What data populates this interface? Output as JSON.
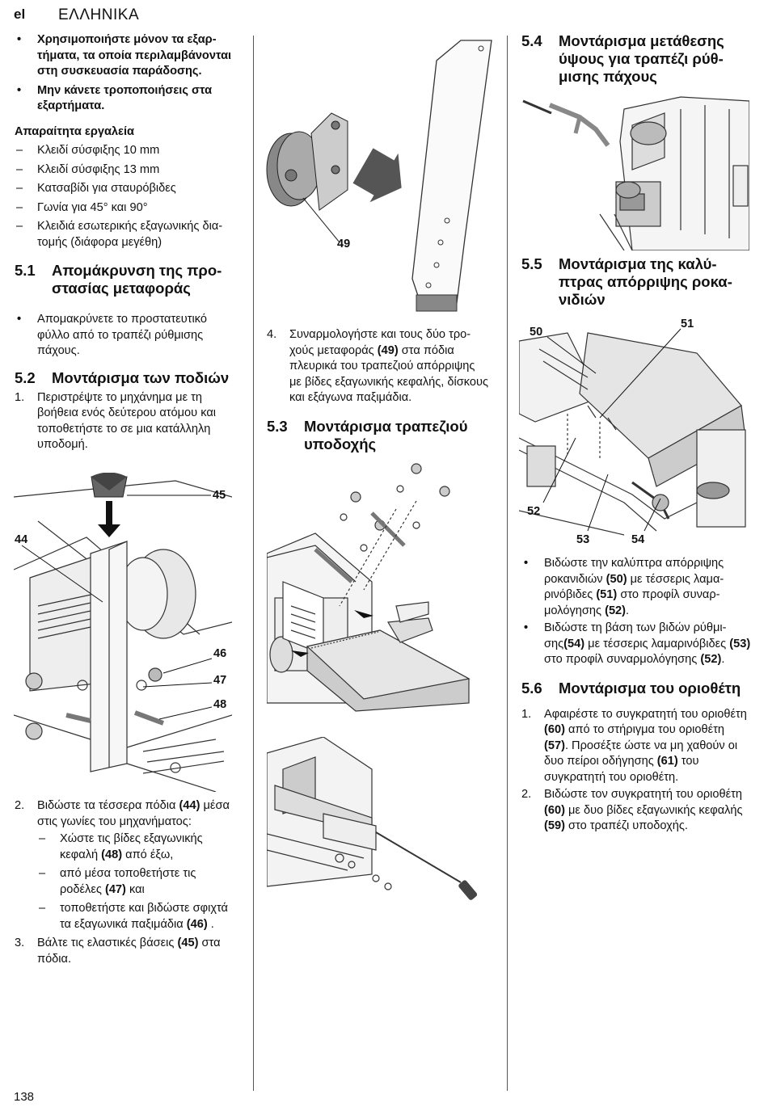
{
  "header": {
    "lang_code": "el",
    "lang_title": "ΕΛΛΗΝΙΚΑ"
  },
  "page_number": "138",
  "col1": {
    "bullets": [
      "Χρησιμοποιήστε μόνον τα εξαρ­τήματα, τα οποία περιλαμβάνο­νται στη συσκευασία παράδο­σης.",
      "Μην κάνετε τροποποιήσεις στα εξαρτήματα."
    ],
    "tools_title": "Απαραίτητα εργαλεία",
    "tools": [
      "Κλειδί σύσφιξης 10 mm",
      "Κλειδί σύσφιξης 13 mm",
      "Κατσαβίδι για σταυρόβιδες",
      "Γωνία για 45° και 90°",
      "Κλειδιά εσωτερικής εξαγωνικής δια­τομής (διάφορα μεγέθη)"
    ],
    "s51": {
      "num": "5.1",
      "title": "Απομάκρυνση της προ­στασίας μεταφοράς"
    },
    "s51_bullet": "Απομακρύνετε το προστατευτικό φύλλο από το τραπέζι ρύθμισης πάχους.",
    "s52": {
      "num": "5.2",
      "title": "Μοντάρισμα των ποδιών"
    },
    "step1": {
      "num": "1.",
      "text": "Περιστρέψτε το μηχάνημα με τη βοήθεια ενός δεύτερου ατόμου και τοποθετήστε το σε μια κατάλληλη υποδομή."
    },
    "fig_labels": {
      "l44": "44",
      "l45": "45",
      "l46": "46",
      "l47": "47",
      "l48": "48"
    },
    "step2": {
      "num": "2.",
      "t1": "Βιδώστε τα τέσσερα πόδια ",
      "ref": "(44)",
      "t2": " μέσα στις γωνίες του μηχανήματος:",
      "subs": [
        {
          "a": "Χώστε τις βίδες εξαγωνικής κεφαλή  ",
          "ref": "(48)",
          "b": " από έξω,"
        },
        {
          "a": "από μέσα τοποθετήστε τις ροδέλες ",
          "ref": "(47)",
          "b": " και"
        },
        {
          "a": "τοποθετήστε και βιδώστε σφι­χτά τα εξαγωνικά παξιμάδια ",
          "ref": "(46)",
          "b": " ."
        }
      ]
    },
    "step3": {
      "num": "3.",
      "t1": "Βάλτε τις ελαστικές βάσεις ",
      "ref": "(45)",
      "t2": " στα πόδια."
    }
  },
  "col2": {
    "fig49_label": "49",
    "step4": {
      "num": "4.",
      "t1": "Συναρμολογήστε και τους δύο τρο­χούς μεταφοράς ",
      "ref": "(49)",
      "t2": " στα πόδια πλευρικά του τραπεζιού απόρρι­ψης με βίδες εξαγωνικής κεφαλής, δίσκους και εξάγωνα παξιμάδια."
    },
    "s53": {
      "num": "5.3",
      "title": "Μοντάρισμα τραπεζιού υποδοχής"
    }
  },
  "col3": {
    "s54": {
      "num": "5.4",
      "title": "Μοντάρισμα μετάθεσης ύψους για τραπέζι ρύθ­μισης πάχους"
    },
    "s55": {
      "num": "5.5",
      "title": "Μοντάρισμα της καλύ­πτρας απόρριψης ροκα­νιδιών"
    },
    "fig_labels": {
      "l50": "50",
      "l51": "51",
      "l52": "52",
      "l53": "53",
      "l54": "54"
    },
    "b1": {
      "a": "Βιδώστε την καλύπτρα απόρριψης ροκανιδιών ",
      "r1": "(50)",
      "b": " με τέσσερις λαμα­ρινόβιδες ",
      "r2": "(51)",
      "c": " στο προφίλ συναρ­μολόγησης ",
      "r3": "(52)",
      "d": "."
    },
    "b2": {
      "a": "Βιδώστε τη βάση των βιδών ρύθμι­σης",
      "r1": "(54)",
      "b": " με τέσσερις λαμαρινόβι­δες ",
      "r2": "(53)",
      "c": " στο προφίλ συναρμολόγη­σης ",
      "r3": "(52)",
      "d": "."
    },
    "s56": {
      "num": "5.6",
      "title": "Μοντάρισμα του οριο­θέτη"
    },
    "step1": {
      "num": "1.",
      "a": "Αφαιρέστε το συγκρατητή του ορι­οθέτη ",
      "r1": "(60)",
      "b": " από το στήριγμα του οριοθέτη ",
      "r2": "(57)",
      "c": ". Προσέξτε ώστε να μη χαθούν οι δυο πείροι οδήγησης ",
      "r3": "(61)",
      "d": " του συγκρατητή του οριοθέτη."
    },
    "step2": {
      "num": "2.",
      "a": "Βιδώστε τον συγκρατητή του οριο­θέτη ",
      "r1": "(60)",
      "b": " με δυο βίδες εξαγωνικής κεφαλής ",
      "r2": "(59)",
      "c": " στο τραπέζι υποδο­χής."
    }
  }
}
